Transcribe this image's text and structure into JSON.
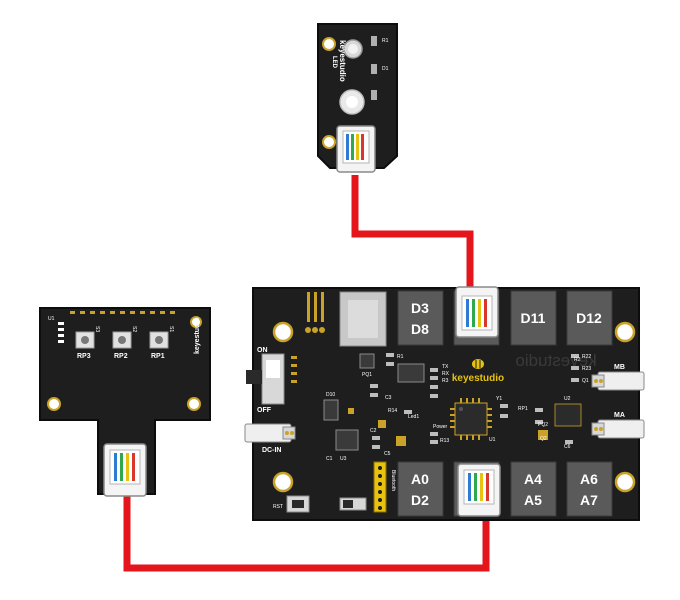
{
  "led_module": {
    "brand": "keyestudio",
    "label": "LED",
    "silk_r1": "R1",
    "silk_d1": "D1"
  },
  "sensor_module": {
    "brand": "keyestudio",
    "chip": "U1",
    "switches": [
      "S3",
      "S2",
      "S1"
    ],
    "pots": [
      "RP3",
      "RP2",
      "RP1"
    ]
  },
  "main_board": {
    "brand": "keyestudio",
    "top_ports": [
      {
        "lines": [
          "D3",
          "D8"
        ]
      },
      {
        "lines": [
          "",
          ""
        ]
      },
      {
        "lines": [
          "D11",
          ""
        ]
      },
      {
        "lines": [
          "D12",
          ""
        ]
      }
    ],
    "bottom_ports": [
      {
        "lines": [
          "A0",
          "D2"
        ]
      },
      {
        "lines": [
          "",
          ""
        ]
      },
      {
        "lines": [
          "A4",
          "A5"
        ]
      },
      {
        "lines": [
          "A6",
          "A7"
        ]
      }
    ],
    "power_on": "ON",
    "power_off": "OFF",
    "dc_in": "DC-IN",
    "motor_b": "MB",
    "motor_a": "MA",
    "rst": "RST",
    "bluetooth": "Bluetooth",
    "silk": [
      "R1",
      "R2",
      "R3",
      "C1",
      "C2",
      "C3",
      "U1",
      "U2",
      "U3",
      "PQ1",
      "PQ2",
      "Led1",
      "Power",
      "RX",
      "TX",
      "Y1",
      "R13",
      "R14",
      "D10",
      "C5",
      "C6",
      "RP1",
      "R22",
      "R23",
      "Q1",
      "Q2"
    ]
  },
  "wires": {
    "color": "#e4161b"
  },
  "colors": {
    "pcb": "#1e1e1e",
    "pcb_edge": "#0d0d0d",
    "port": "#5a5a5a",
    "gold": "#c9a227"
  }
}
